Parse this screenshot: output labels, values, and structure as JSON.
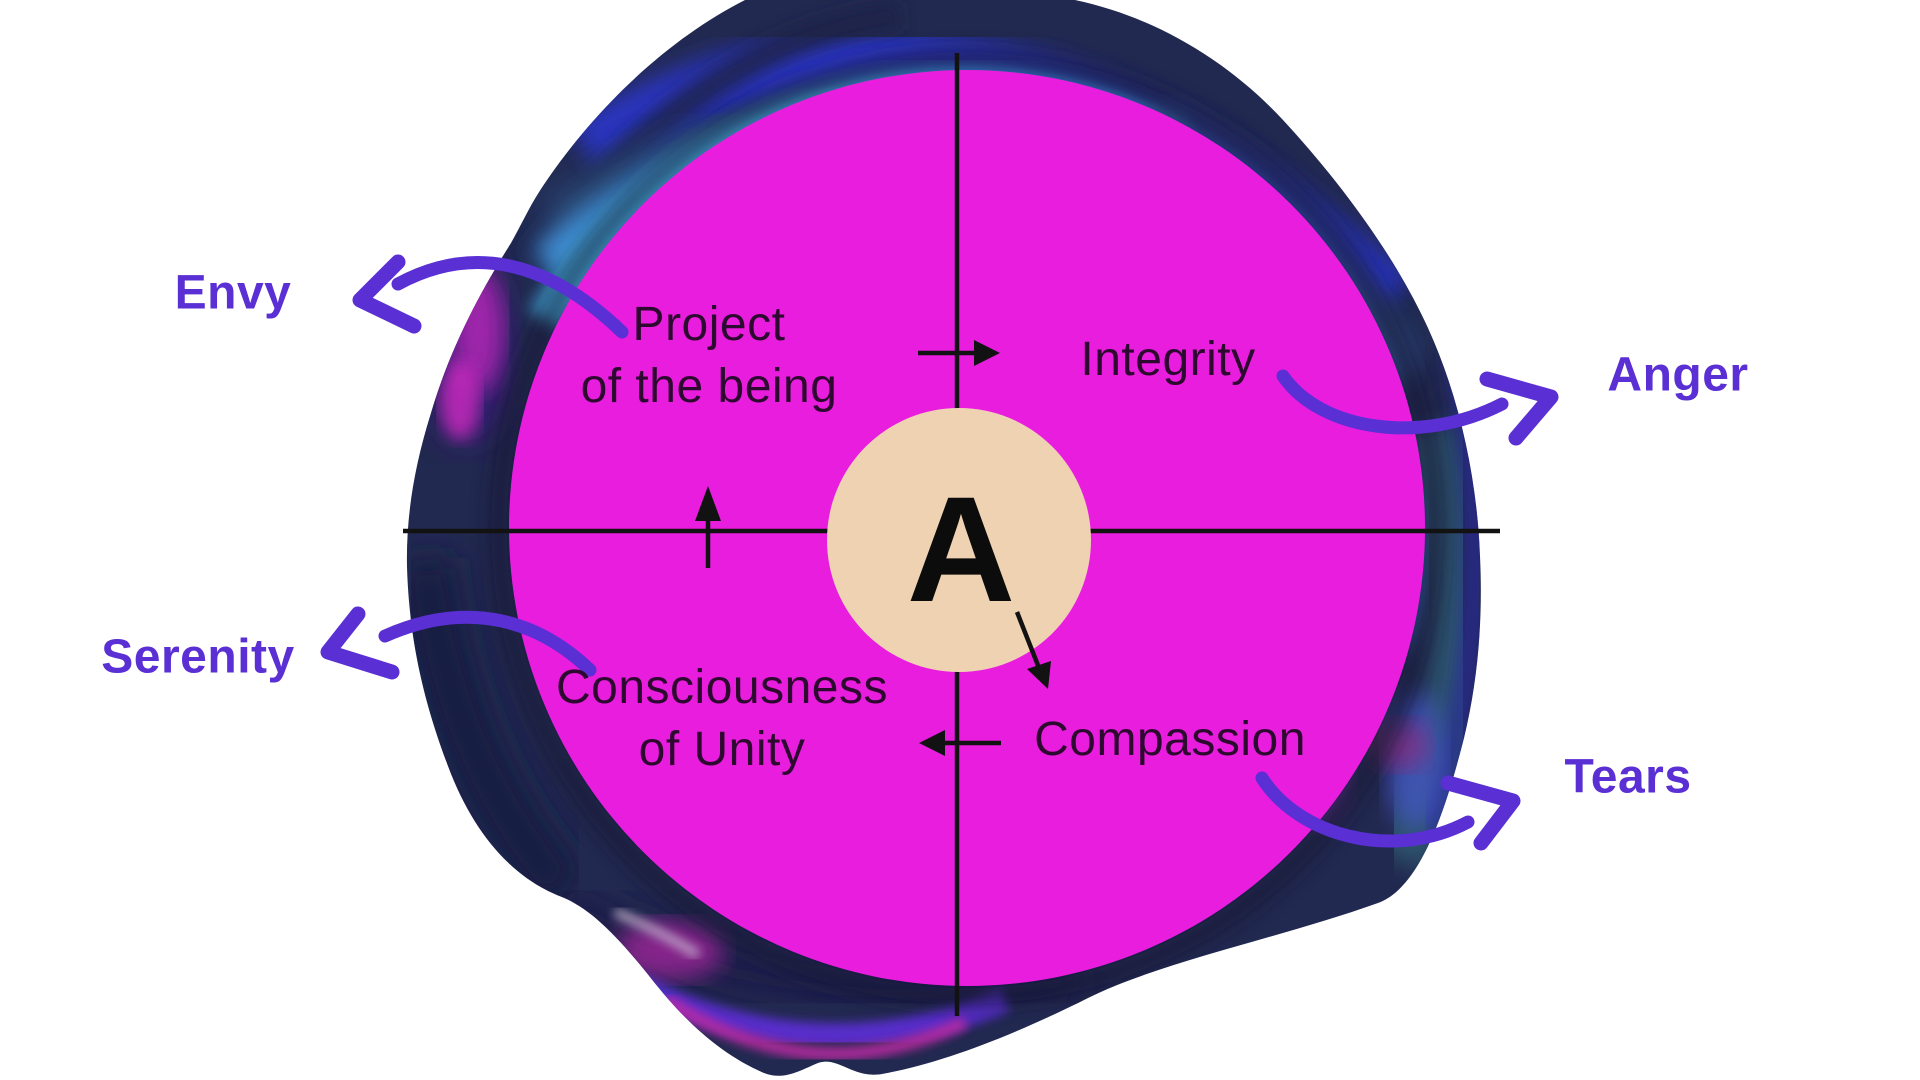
{
  "colors": {
    "background": "#ffffff",
    "magenta_circle": "#e91dde",
    "ring_navy": "#222950",
    "center_circle_beige": "#eed2b2",
    "label_purple": "#5a2fd4",
    "quadrant_text": "#2d092f",
    "axis_black": "#121212"
  },
  "center": {
    "letter": "A"
  },
  "quadrants": {
    "top_left": {
      "line1": "Project",
      "line2": "of the being"
    },
    "top_right": {
      "label": "Integrity"
    },
    "bottom_left": {
      "line1": "Consciousness",
      "line2": "of Unity"
    },
    "bottom_right": {
      "label": "Compassion"
    }
  },
  "outer_labels": {
    "top_left": "Envy",
    "top_right": "Anger",
    "bottom_left": "Serenity",
    "bottom_right": "Tears"
  }
}
